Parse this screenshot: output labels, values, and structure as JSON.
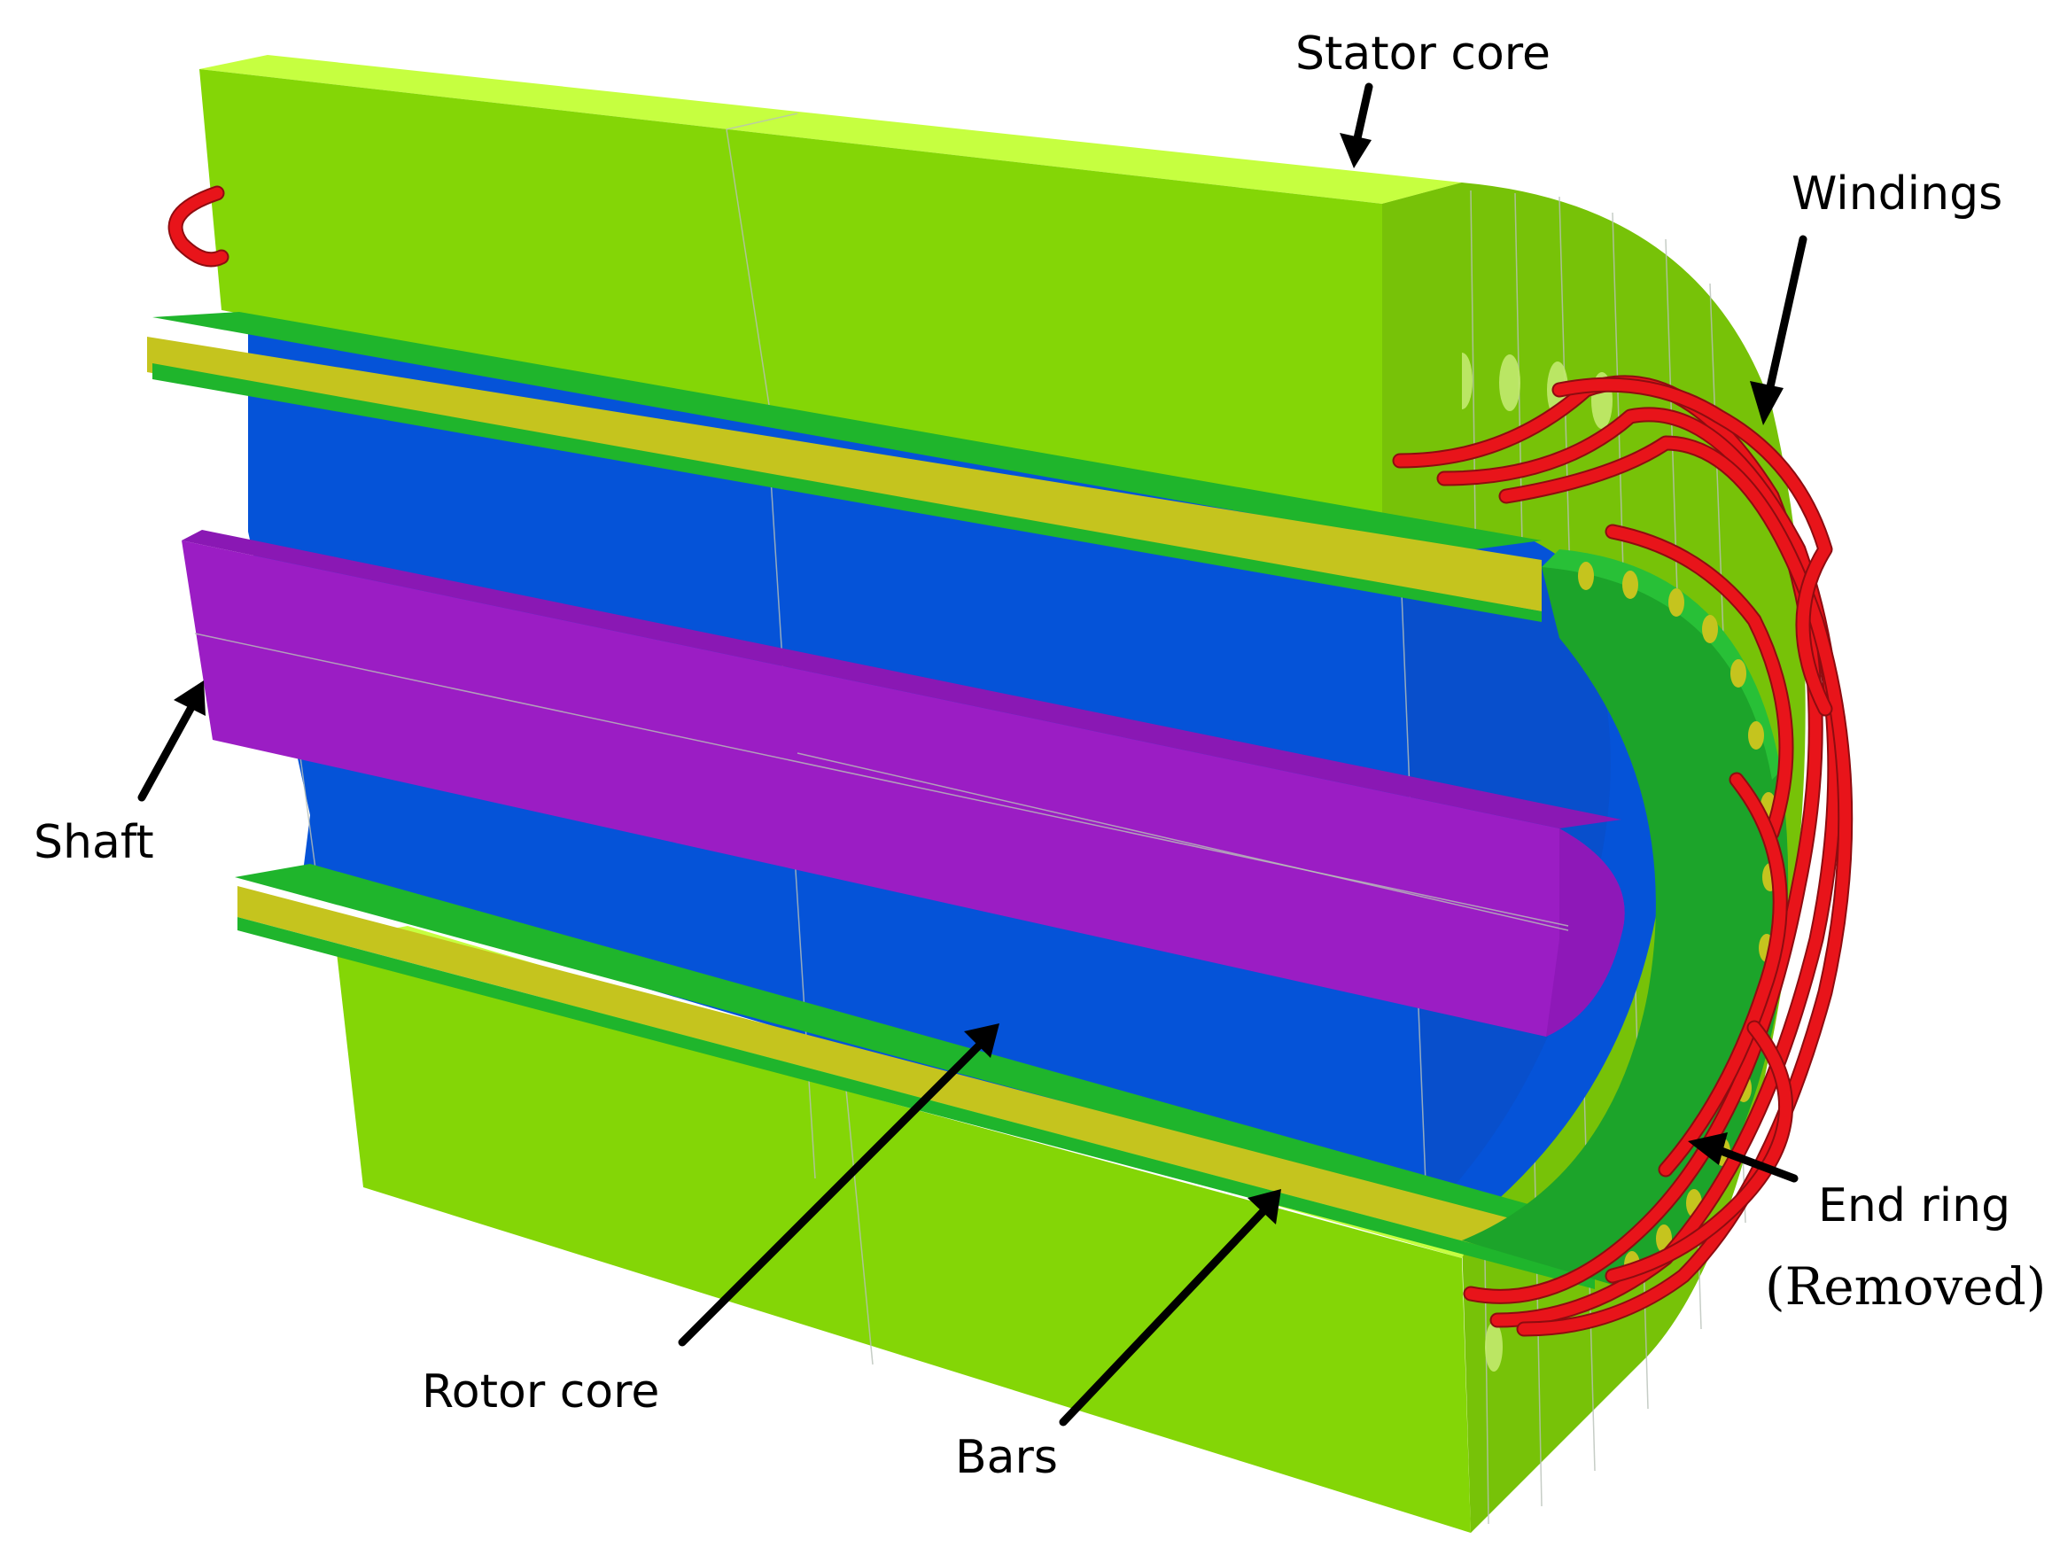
{
  "labels": {
    "stator_core": "Stator core",
    "windings": "Windings",
    "shaft": "Shaft",
    "end_ring": "End ring",
    "end_ring_note": "(Removed)",
    "rotor_core": "Rotor core",
    "bars": "Bars"
  },
  "colors": {
    "stator": "#84d606",
    "stator_light": "#c6ff40",
    "stator_side": "#77c208",
    "rotor": "#0553d8",
    "shaft": "#9b1dc4",
    "bar": "#c5c41e",
    "end_ring": "#1fb52c",
    "winding": "#e8141a"
  }
}
